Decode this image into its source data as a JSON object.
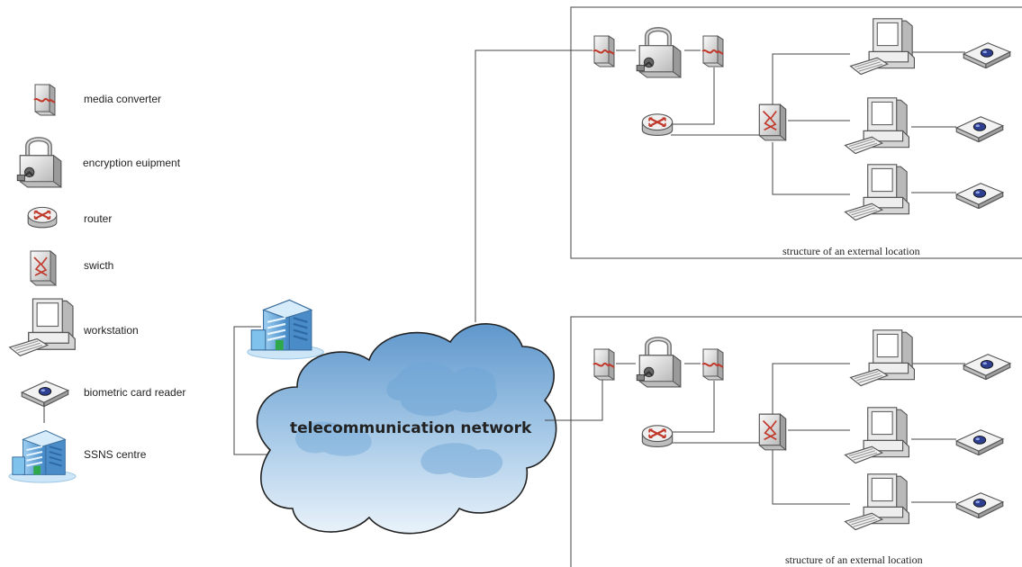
{
  "legend": {
    "media_converter": "media converter",
    "encryption": "encryption euipment",
    "router": "router",
    "switch": "swicth",
    "workstation": "workstation",
    "card_reader": "biometric card reader",
    "centre": "SSNS centre"
  },
  "network": {
    "label": "telecommunication network"
  },
  "locations": [
    {
      "caption": "structure of an external location"
    },
    {
      "caption": "structure of an external location"
    }
  ],
  "icons": {
    "media_converter": "media-converter-icon",
    "encryption": "padlock-icon",
    "router": "router-icon",
    "switch": "switch-icon",
    "workstation": "workstation-icon",
    "card_reader": "biometric-card-reader-icon",
    "centre": "building-icon"
  },
  "colors": {
    "cloud": "#7fb0dc",
    "building": "#5aa0d8",
    "accent_red": "#c0392b"
  }
}
